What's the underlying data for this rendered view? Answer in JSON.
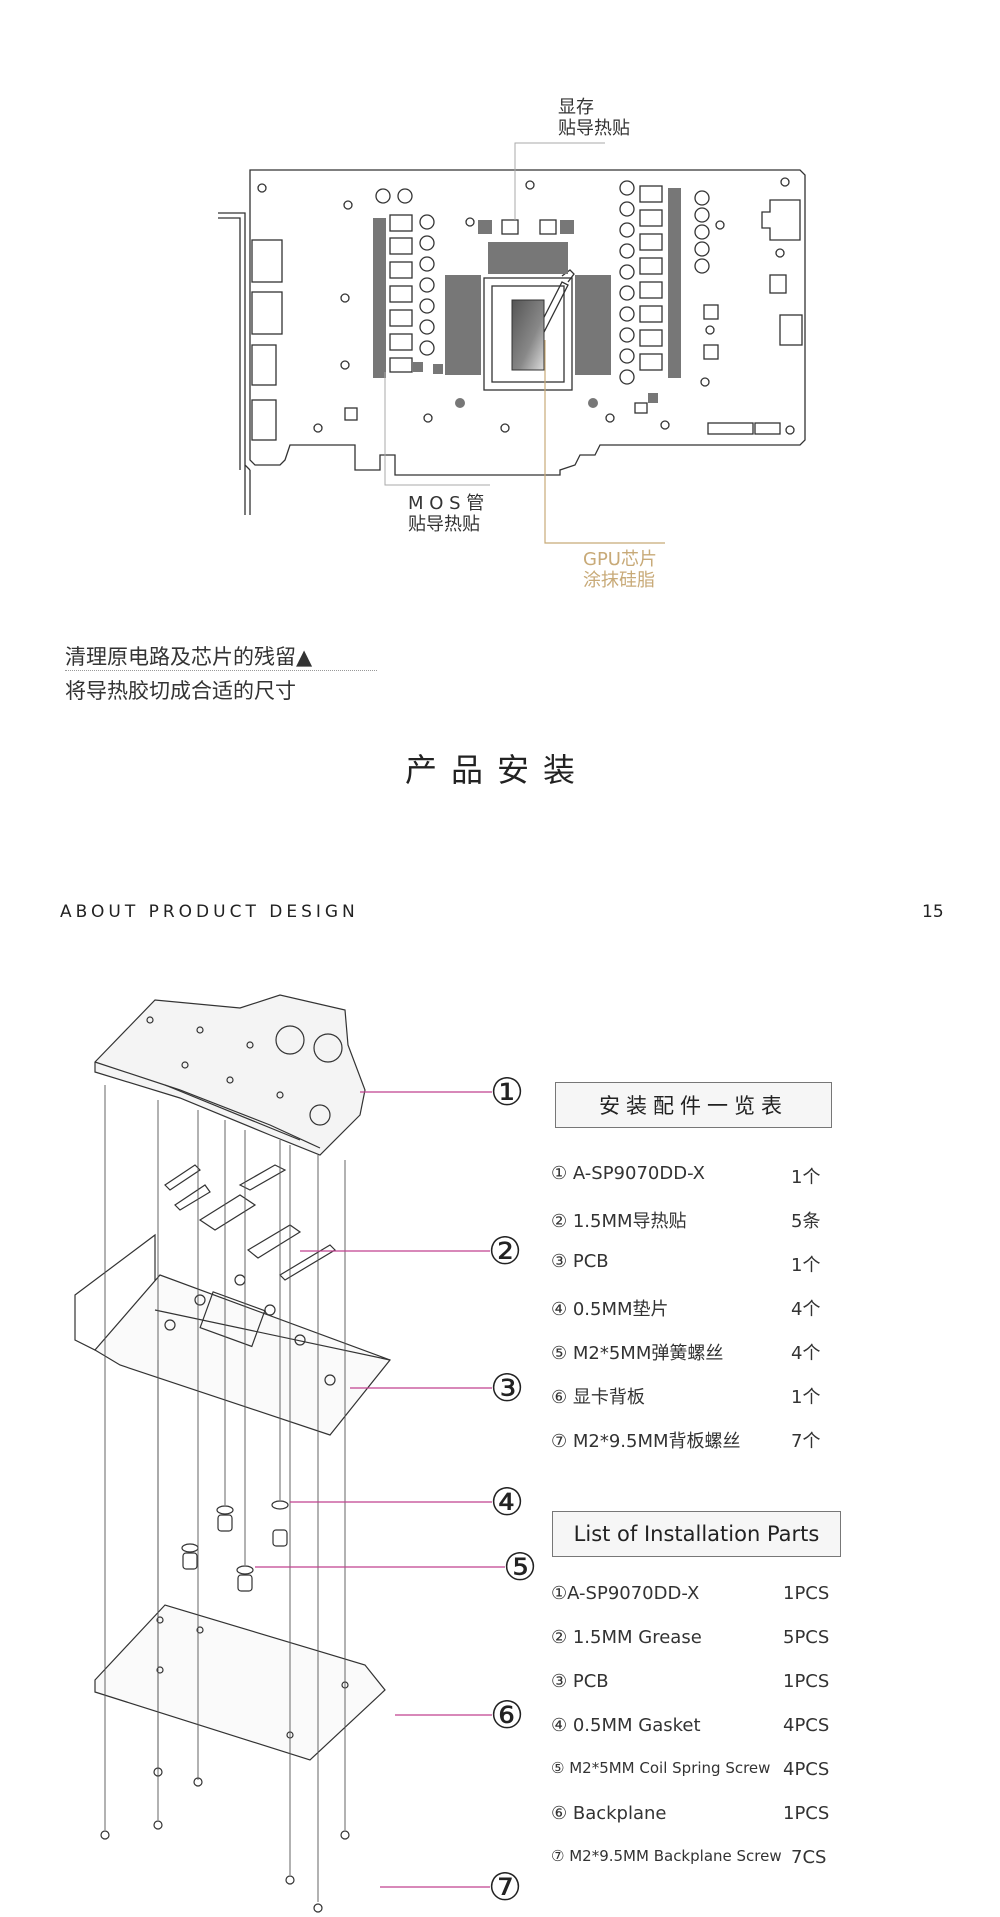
{
  "pcb_labels": {
    "vram_line1": "显存",
    "vram_line2": "贴导热贴",
    "mos_line1": "M O S 管",
    "mos_line2": "贴导热贴",
    "gpu_line1": "GPU芯片",
    "gpu_line2": "涂抹硅脂"
  },
  "notes": {
    "line1": "清理原电路及芯片的残留",
    "line2": "将导热胶切成合适的尺寸"
  },
  "section_title": "产品安装",
  "about": "ABOUT PRODUCT DESIGN",
  "page_number": "15",
  "callouts": [
    "①",
    "②",
    "③",
    "④",
    "⑤",
    "⑥",
    "⑦"
  ],
  "cn_table": {
    "title": "安装配件一览表",
    "rows": [
      {
        "name": "① A-SP9070DD-X",
        "qty": "1个"
      },
      {
        "name": "② 1.5MM导热贴",
        "qty": "5条"
      },
      {
        "name": "③ PCB",
        "qty": "1个"
      },
      {
        "name": "④ 0.5MM垫片",
        "qty": "4个"
      },
      {
        "name": "⑤ M2*5MM弹簧螺丝",
        "qty": "4个"
      },
      {
        "name": "⑥ 显卡背板",
        "qty": "1个"
      },
      {
        "name": "⑦ M2*9.5MM背板螺丝",
        "qty": "7个"
      }
    ]
  },
  "en_table": {
    "title": "List of Installation Parts",
    "rows": [
      {
        "name": "①A-SP9070DD-X",
        "qty": "1PCS"
      },
      {
        "name": "② 1.5MM Grease",
        "qty": "5PCS"
      },
      {
        "name": "③ PCB",
        "qty": "1PCS"
      },
      {
        "name": "④ 0.5MM Gasket",
        "qty": "4PCS"
      },
      {
        "name": "⑤ M2*5MM Coil Spring Screw",
        "qty": "4PCS"
      },
      {
        "name": "⑥ Backplane",
        "qty": "1PCS"
      },
      {
        "name": "⑦ M2*9.5MM Backplane Screw",
        "qty": "7CS"
      }
    ]
  },
  "colors": {
    "callout_line": "#c0428f",
    "gpu_label": "#c8aa78",
    "chip_gray": "#777777"
  }
}
